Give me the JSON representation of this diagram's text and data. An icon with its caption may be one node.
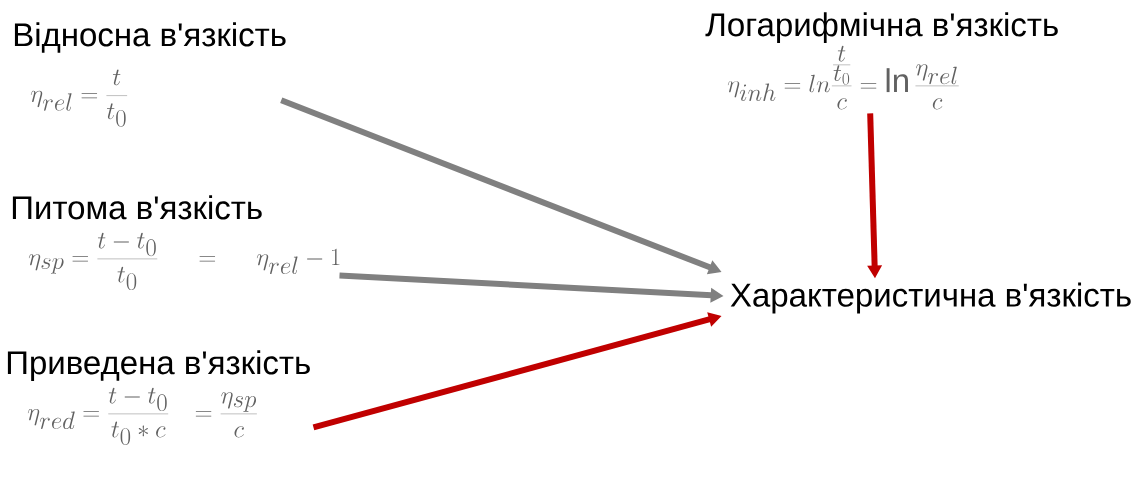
{
  "diagram": {
    "nodes": [
      {
        "text": [
          "Відносна в'язкість",
          "\\eta_{rel} = \\frac{t}{t_0}"
        ]
      },
      {
        "text": [
          "Питома в'язкість",
          "\\eta_{sp} = \\frac{t - t_0}{t_0} \\quad = \\quad \\eta_{rel} - 1"
        ]
      },
      {
        "text": [
          "Приведена в'язкість",
          "\\eta_{red} = \\frac{t - t_0}{t_0 * c} \\ \\ = \\frac{\\eta_{sp}}{c}"
        ]
      },
      {
        "text": [
          "Логарифмічна в'язкість",
          "\\eta_{inh} = ln\\frac{\\frac{t}{t_0}}{c} = \\ln\\frac{\\eta_{rel}}{c}"
        ]
      },
      {
        "text": [
          "Характеристична в'язкість"
        ]
      }
    ],
    "edges": [
      {
        "from": 0,
        "to": 4,
        "arrow": "to",
        "color": "#808080"
      },
      {
        "from": 1,
        "to": 4,
        "arrow": "to",
        "color": "#808080"
      },
      {
        "from": 2,
        "to": 4,
        "arrow": "to",
        "color": "#c00000"
      },
      {
        "from": 3,
        "to": 4,
        "arrow": "to",
        "color": "#c00000"
      }
    ]
  }
}
